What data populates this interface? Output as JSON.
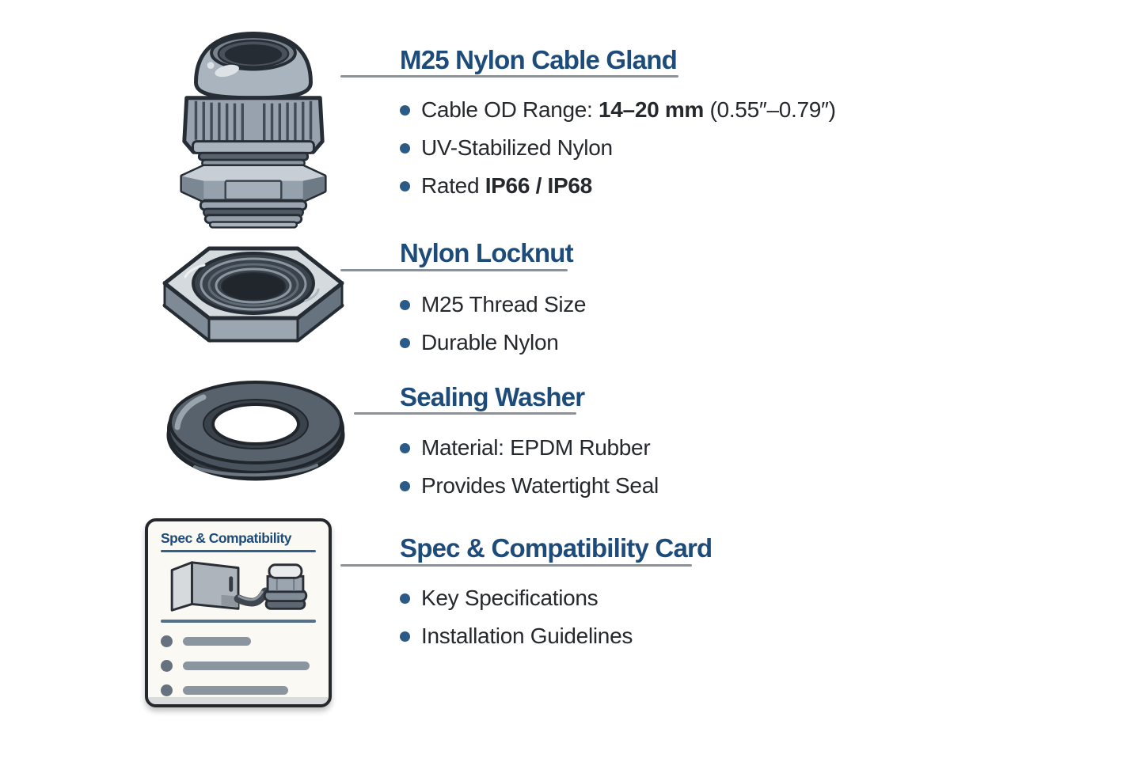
{
  "accents": {
    "heading_blue": "#1d4b7a",
    "bullet_dot_blue": "#2a5a88",
    "body_text": "#25282d",
    "leader_line_gray": "#8b9198",
    "card_background": "#fbf9f3",
    "card_divider_blue": "#54718c",
    "illustration_gray": "#97a2ae",
    "washer_dark_gray": "#49535d"
  },
  "sections": [
    {
      "id": "cable-gland",
      "title": "M25 Nylon Cable Gland",
      "illustration": "cable-gland-illustration",
      "bullets": [
        {
          "parts": [
            {
              "t": "Cable OD Range: "
            },
            {
              "t": "14–20 mm",
              "bold": true
            },
            {
              "t": " (0.55″–0.79″)"
            }
          ]
        },
        {
          "parts": [
            {
              "t": "UV-Stabilized Nylon"
            }
          ]
        },
        {
          "parts": [
            {
              "t": "Rated "
            },
            {
              "t": "IP66 / IP68",
              "bold": true
            }
          ]
        }
      ]
    },
    {
      "id": "nylon-locknut",
      "title": "Nylon Locknut",
      "illustration": "locknut-illustration",
      "bullets": [
        {
          "parts": [
            {
              "t": "M25 Thread Size"
            }
          ]
        },
        {
          "parts": [
            {
              "t": "Durable Nylon"
            }
          ]
        }
      ]
    },
    {
      "id": "sealing-washer",
      "title": "Sealing Washer",
      "illustration": "sealing-washer-illustration",
      "bullets": [
        {
          "parts": [
            {
              "t": "Material: EPDM Rubber"
            }
          ]
        },
        {
          "parts": [
            {
              "t": "Provides Watertight Seal"
            }
          ]
        }
      ]
    },
    {
      "id": "spec-card",
      "title": "Spec & Compatibility Card",
      "illustration": "spec-card-illustration",
      "bullets": [
        {
          "parts": [
            {
              "t": "Key Specifications"
            }
          ]
        },
        {
          "parts": [
            {
              "t": "Installation Guidelines"
            }
          ]
        }
      ]
    }
  ],
  "spec_card": {
    "title": "Spec & Compatibility"
  }
}
